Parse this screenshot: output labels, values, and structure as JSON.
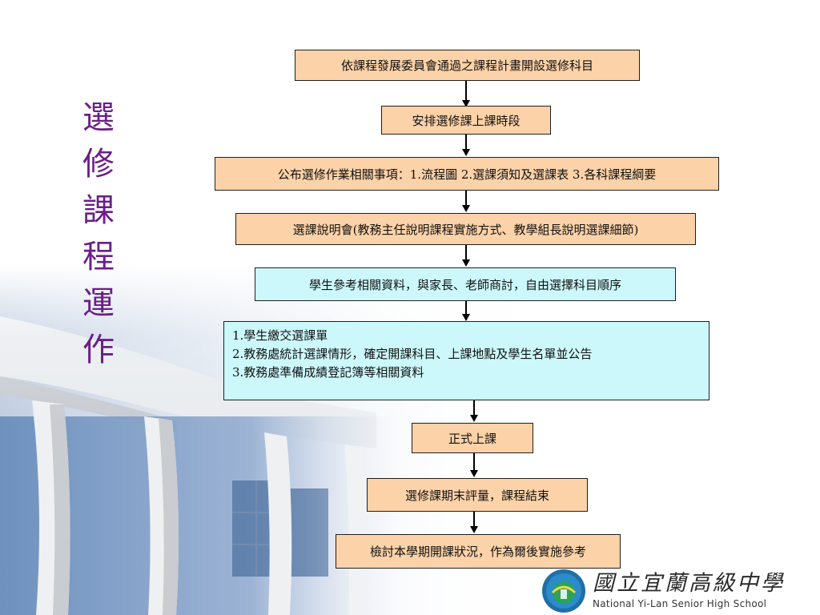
{
  "title_chars": [
    "選",
    "修",
    "課",
    "程",
    "運",
    "作"
  ],
  "steps": {
    "s1": "依課程發展委員會通過之課程計畫開設選修科目",
    "s2": "安排選修課上課時段",
    "s3": "公布選修作業相關事項：1.流程圖 2.選課須知及選課表 3.各科課程綱要",
    "s4": "選課說明會(教務主任說明課程實施方式、教學組長說明選課細節)",
    "s5": "學生參考相關資料，與家長、老師商討，自由選擇科目順序",
    "s6": [
      "1.學生繳交選課單",
      "2.教務處統計選課情形，確定開課科目、上課地點及學生名單並公告",
      "3.教務處準備成績登記簿等相關資料"
    ],
    "s7": "正式上課",
    "s8": "選修課期末評量，課程結束",
    "s9": "檢討本學期開課狀況，作為爾後實施參考"
  },
  "footer": {
    "school_name_zh": "國立宜蘭高級中學",
    "school_name_en": "National Yi-Lan Senior High School"
  },
  "colors": {
    "title": "#6a1f86",
    "orange_box": "#fcd2a8",
    "cyan_box": "#ccf8fb"
  }
}
